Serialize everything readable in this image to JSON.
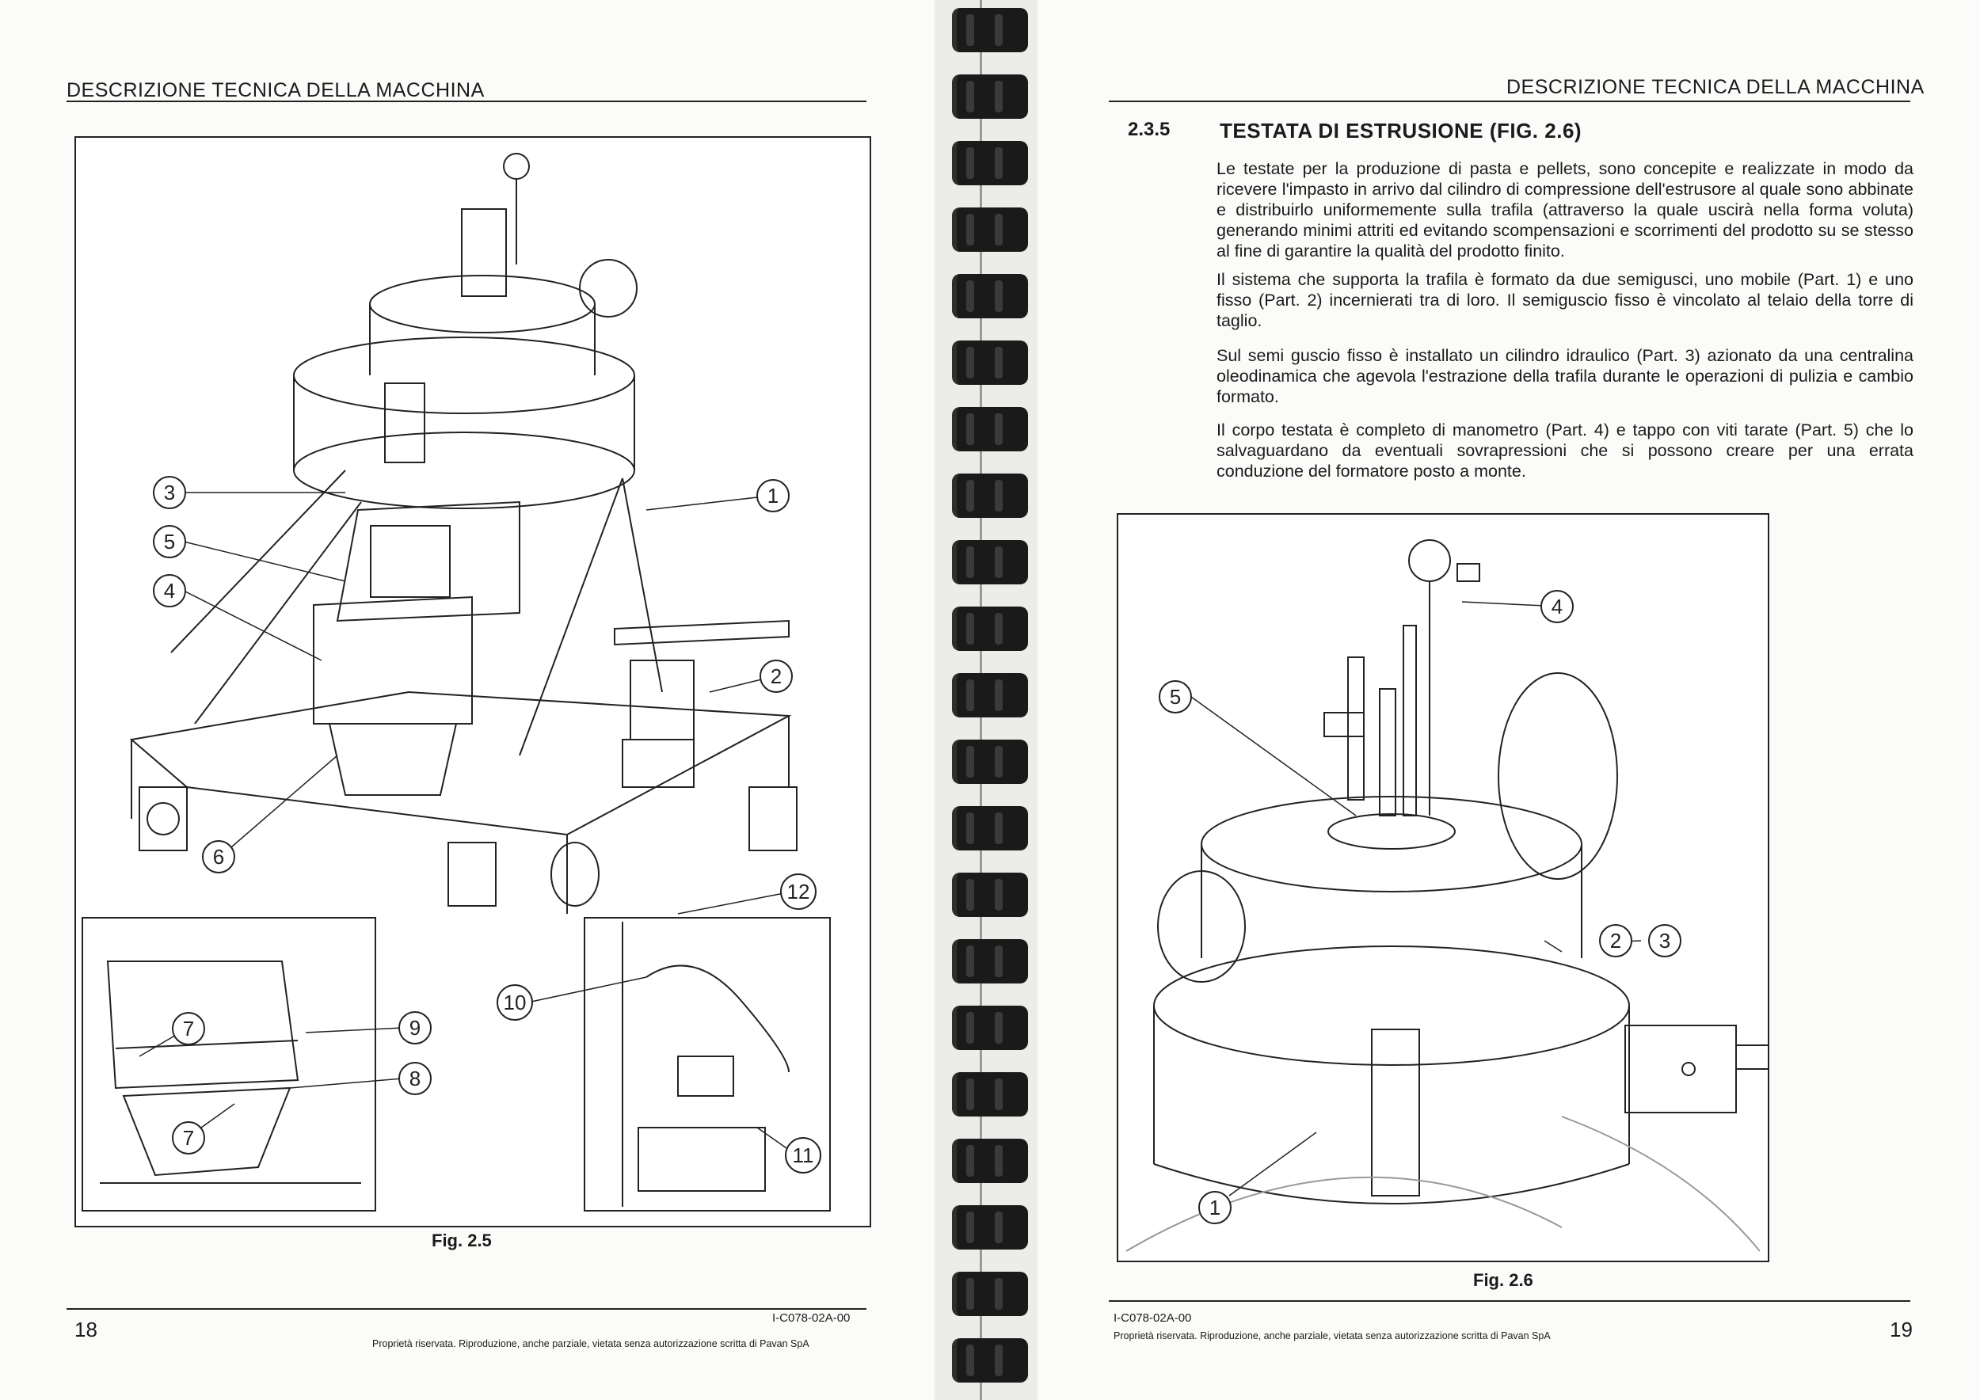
{
  "left_page": {
    "header": "DESCRIZIONE TECNICA DELLA MACCHINA",
    "figure_caption": "Fig. 2.5",
    "callouts": [
      "3",
      "5",
      "4",
      "6",
      "1",
      "2",
      "12",
      "10",
      "11",
      "9",
      "8",
      "7",
      "7"
    ],
    "page_number": "18",
    "doc_code": "I-C078-02A-00",
    "notice": "Proprietà riservata. Riproduzione, anche parziale, vietata senza autorizzazione scritta di Pavan SpA"
  },
  "right_page": {
    "header": "DESCRIZIONE TECNICA DELLA MACCHINA",
    "section_number": "2.3.5",
    "section_title": "TESTATA DI ESTRUSIONE (FIG. 2.6)",
    "paragraphs": [
      "Le testate per la produzione di pasta e pellets, sono concepite e realizzate in modo da ricevere l'impasto in arrivo dal cilindro di compressione dell'estrusore al quale sono abbinate e distribuirlo uniformemente sulla trafila (attraverso la quale uscirà nella forma voluta) generando minimi attriti ed evitando scompensazioni e scorrimenti del prodotto su se stesso al fine di garantire la qualità del prodotto finito.",
      "Il sistema che supporta la trafila è formato da due semigusci, uno mobile (Part. 1) e uno fisso (Part. 2) incernierati tra di loro. Il semiguscio fisso è vincolato al telaio della torre di taglio.",
      "Sul semi guscio fisso è installato un cilindro idraulico (Part. 3) azionato da una centralina oleodinamica che agevola l'estrazione della trafila durante le operazioni di pulizia e cambio formato.",
      "Il corpo testata è completo di manometro (Part. 4) e tappo con viti tarate (Part. 5) che lo salvaguardano da eventuali sovrapressioni che si possono creare per una errata conduzione del formatore posto a monte."
    ],
    "figure_caption": "Fig. 2.6",
    "callouts": [
      "4",
      "5",
      "2",
      "3",
      "1"
    ],
    "page_number": "19",
    "doc_code": "I-C078-02A-00",
    "notice": "Proprietà riservata. Riproduzione, anche parziale, vietata senza autorizzazione scritta di Pavan SpA"
  },
  "binding": {
    "ring_count": 21,
    "ring_color": "#1a1a1a"
  }
}
